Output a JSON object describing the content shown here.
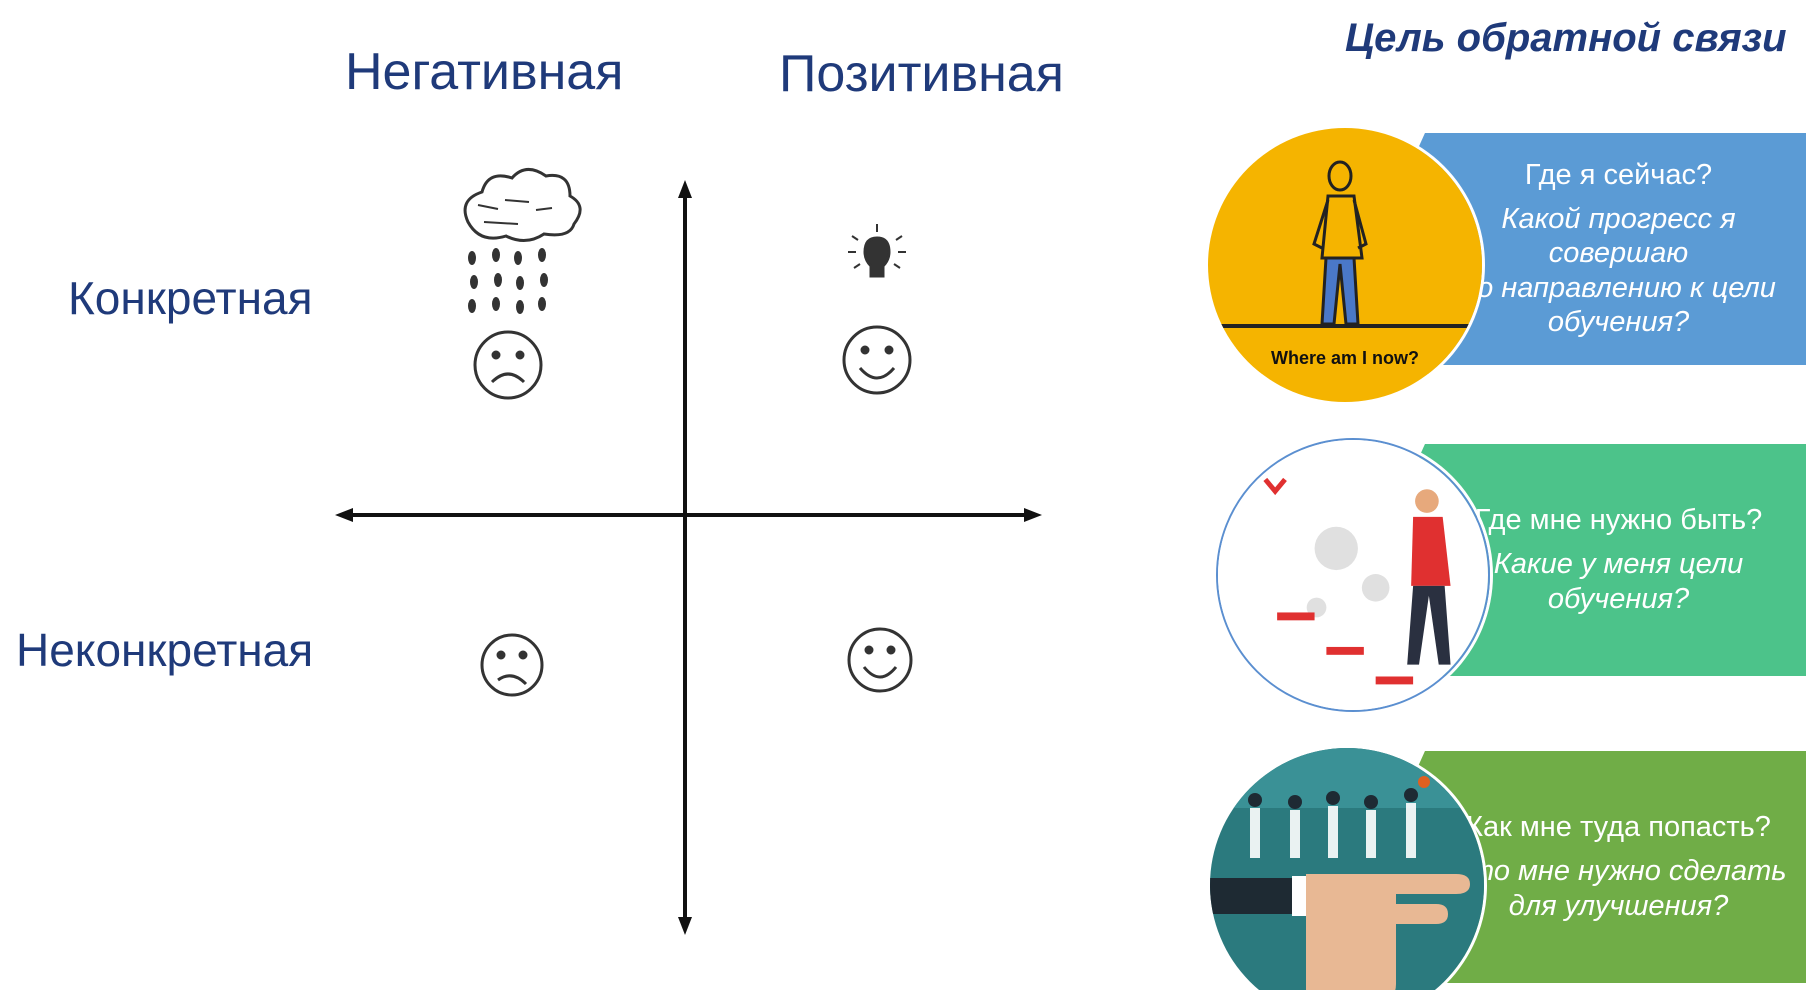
{
  "quadrant": {
    "col_negative": "Негативная",
    "col_positive": "Позитивная",
    "row_concrete": "Конкретная",
    "row_nonconcrete": "Неконкретная",
    "icons": {
      "top_left": "storm-cloud-sad-face-icon",
      "top_right": "lightbulb-smiling-face-icon",
      "bottom_left": "worried-face-icon",
      "bottom_right": "smiling-face-icon"
    }
  },
  "feedback_goal": {
    "title": "Цель обратной связи",
    "cards": [
      {
        "question": "Где я сейчас?",
        "answer": "Какой прогресс я совершаю\nпо направлению к цели\nобучения?",
        "image_caption": "Where am I now?",
        "color": "#5b9bd5",
        "image_bg": "#f5b400",
        "icon": "person-standing-icon"
      },
      {
        "question": "Где мне нужно быть?",
        "answer": "Какие у меня цели\nобучения?",
        "color": "#4cc38a",
        "image_bg": "#ffffff",
        "icon": "person-climbing-stairs-icon"
      },
      {
        "question": "Как мне туда попасть?",
        "answer": "Что мне нужно сделать\nдля улучшения?",
        "color": "#70ad47",
        "image_bg": "#2b7a7e",
        "icon": "runners-on-hand-icon"
      }
    ]
  }
}
